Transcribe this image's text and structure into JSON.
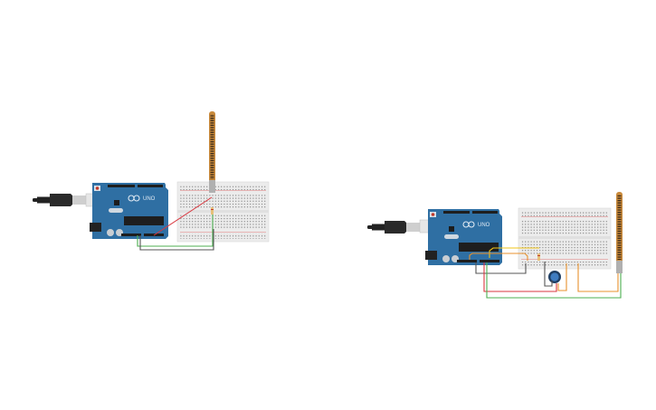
{
  "canvas": {
    "background": "#ffffff"
  },
  "circuits": [
    {
      "id": "circuit-1",
      "board": {
        "label": "UNO",
        "color": "#2f6fa3"
      },
      "components": [
        "usb-cable",
        "arduino-uno",
        "breadboard-half",
        "flex-sensor",
        "resistor"
      ],
      "wires": [
        {
          "color": "#d9363e",
          "name": "red-wire"
        },
        {
          "color": "#4caf50",
          "name": "green-wire"
        },
        {
          "color": "#555555",
          "name": "black-wire"
        }
      ]
    },
    {
      "id": "circuit-2",
      "board": {
        "label": "UNO",
        "color": "#2f6fa3"
      },
      "components": [
        "usb-cable",
        "arduino-uno",
        "breadboard-half",
        "flex-sensor",
        "resistor",
        "potentiometer"
      ],
      "wires": [
        {
          "color": "#f0c419",
          "name": "yellow-wire"
        },
        {
          "color": "#e8912d",
          "name": "orange-wire"
        },
        {
          "color": "#d9363e",
          "name": "red-wire"
        },
        {
          "color": "#4caf50",
          "name": "green-wire"
        },
        {
          "color": "#555555",
          "name": "black-wire"
        }
      ]
    }
  ]
}
